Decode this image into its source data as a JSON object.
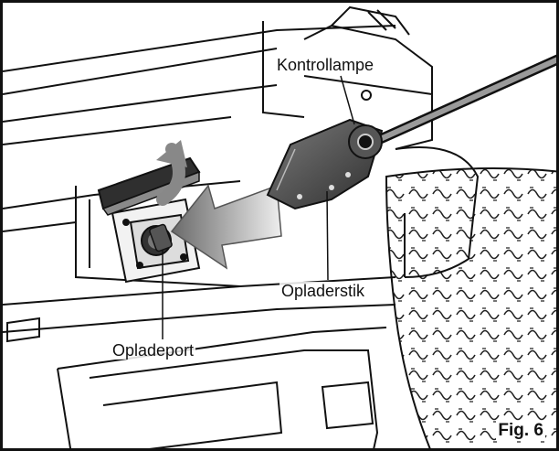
{
  "labels": {
    "indicator_lamp": "Kontrollampe",
    "charger_plug": "Opladerstik",
    "charge_port": "Opladeport"
  },
  "figure": {
    "caption": "Fig. 6"
  },
  "icons": [
    "rotate-arrow-icon",
    "insert-arrow-icon"
  ]
}
